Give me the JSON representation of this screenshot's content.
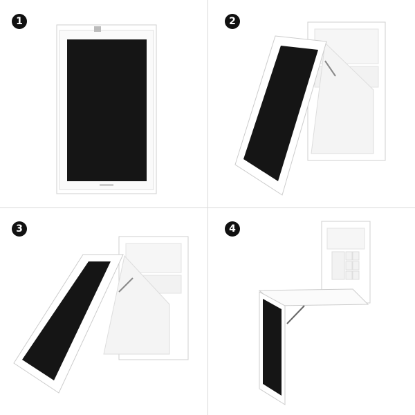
{
  "steps": [
    {
      "number": "1"
    },
    {
      "number": "2"
    },
    {
      "number": "3"
    },
    {
      "number": "4"
    }
  ],
  "colors": {
    "cabinet": "#ffffff",
    "board": "#151515",
    "divider": "#d9d9d9",
    "shadow": "#e6e6e6"
  }
}
